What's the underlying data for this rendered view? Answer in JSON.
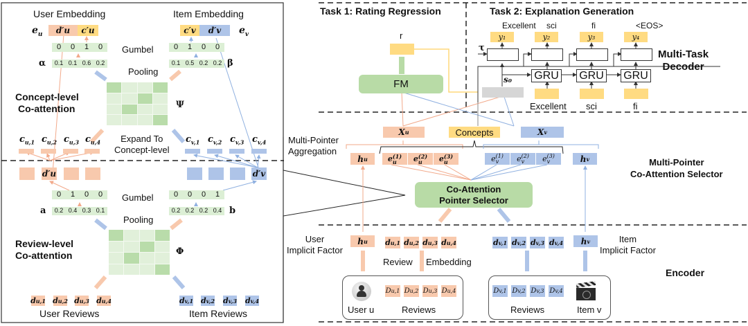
{
  "left_panel": {
    "user_embedding_title": "User Embedding",
    "item_embedding_title": "Item Embedding",
    "e_u": "e",
    "e_u_sub": "u",
    "e_v": "e",
    "e_v_sub": "v",
    "user_emb_parts": [
      "d′u",
      "c′u"
    ],
    "item_emb_parts": [
      "c′v",
      "d′v"
    ],
    "concept_gumbel_user": [
      "0",
      "0",
      "1",
      "0"
    ],
    "concept_gumbel_item": [
      "0",
      "1",
      "0",
      "0"
    ],
    "concept_gumbel_label": "Gumbel",
    "alpha_symbol": "α",
    "beta_symbol": "β",
    "alpha_values": [
      "0.1",
      "0.1",
      "0.6",
      "0.2"
    ],
    "beta_values": [
      "0.1",
      "0.5",
      "0.2",
      "0.2"
    ],
    "concept_pooling_label": "Pooling",
    "psi_symbol": "Ψ",
    "concept_coattention_title": [
      "Concept-level",
      "Co-attention"
    ],
    "concept_heatmap_highlights": [
      [
        0,
        0
      ],
      [
        0,
        3
      ],
      [
        1,
        2
      ],
      [
        2,
        1
      ],
      [
        3,
        3
      ]
    ],
    "user_concepts": [
      "c u,1",
      "c u,2",
      "c u,3",
      "c u,4"
    ],
    "item_concepts": [
      "c v,1",
      "c v,2",
      "c v,3",
      "c v,4"
    ],
    "expand_label": [
      "Expand To",
      "Concept-level"
    ],
    "d_u_prime": "d′u",
    "d_v_prime": "d′v",
    "review_gumbel_user": [
      "0",
      "1",
      "0",
      "0"
    ],
    "review_gumbel_item": [
      "0",
      "0",
      "0",
      "1"
    ],
    "review_gumbel_label": "Gumbel",
    "a_symbol": "a",
    "b_symbol": "b",
    "a_values": [
      "0.2",
      "0.4",
      "0.3",
      "0.1"
    ],
    "b_values": [
      "0.2",
      "0.2",
      "0.2",
      "0.4"
    ],
    "review_pooling_label": "Pooling",
    "phi_symbol": "Φ",
    "review_coattention_title": [
      "Review-level",
      "Co-attention"
    ],
    "review_heatmap_highlights": [
      [
        0,
        0
      ],
      [
        0,
        3
      ],
      [
        1,
        2
      ],
      [
        2,
        1
      ],
      [
        3,
        3
      ]
    ],
    "user_reviews": [
      "d u,1",
      "d u,2",
      "d u,3",
      "d u,4"
    ],
    "item_reviews": [
      "d v,1",
      "d v,2",
      "d v,3",
      "d v,4"
    ],
    "user_reviews_label": "User Reviews",
    "item_reviews_label": "Item Reviews"
  },
  "right_panel": {
    "task1_title": "Task 1: Rating Regression",
    "task2_title": "Task 2: Explanation Generation",
    "rating_label": "r",
    "fm_label": "FM",
    "tau_symbol": "τ",
    "s0_symbol": "s₀",
    "decoder_outputs": [
      {
        "word": "Excellent",
        "y": "y₁"
      },
      {
        "word": "sci",
        "y": "y₂"
      },
      {
        "word": "fi",
        "y": "y₃"
      },
      {
        "word": "<EOS>",
        "y": "y₄"
      }
    ],
    "gru_label": "GRU",
    "decoder_inputs": [
      "Excellent",
      "sci",
      "fi"
    ],
    "decoder_section_label": [
      "Multi-Task",
      "Decoder"
    ],
    "x_u": "X",
    "x_u_sub": "u",
    "x_v": "X",
    "x_v_sub": "v",
    "concepts_label": "Concepts",
    "multi_pointer_aggregation_label": [
      "Multi-Pointer",
      "Aggregation"
    ],
    "h_u": "h",
    "h_u_sub": "u",
    "h_v": "h",
    "h_v_sub": "v",
    "e_u_pointers": [
      "e u(1)",
      "e u(2)",
      "e u(3)"
    ],
    "e_v_pointers": [
      "e v(1)",
      "e v(2)",
      "e v(3)"
    ],
    "selector_label": [
      "Co-Attention",
      "Pointer Selector"
    ],
    "selector_section_label": [
      "Multi-Pointer",
      "Co-Attention Selector"
    ],
    "user_implicit_factor_label": [
      "User",
      "Implicit Factor"
    ],
    "item_implicit_factor_label": [
      "Item",
      "Implicit Factor"
    ],
    "user_review_embeddings": [
      "d u,1",
      "d u,2",
      "d u,3",
      "d u,4"
    ],
    "item_review_embeddings": [
      "d v,1",
      "d v,2",
      "d v,3",
      "d v,4"
    ],
    "review_embedding_label": [
      "Review",
      "Embedding"
    ],
    "user_raw_reviews": [
      "D u,1",
      "D u,2",
      "D u,3",
      "D u,4"
    ],
    "item_raw_reviews": [
      "D v,1",
      "D v,2",
      "D v,3",
      "D v,4"
    ],
    "user_label": "User u",
    "item_label": "Item v",
    "reviews_label": "Reviews",
    "encoder_section_label": "Encoder"
  },
  "colors": {
    "user": "#f8c9ad",
    "item": "#aec4e8",
    "concept": "#ffdb82",
    "module": "#b8dba6",
    "vector": "#dcefd5"
  }
}
